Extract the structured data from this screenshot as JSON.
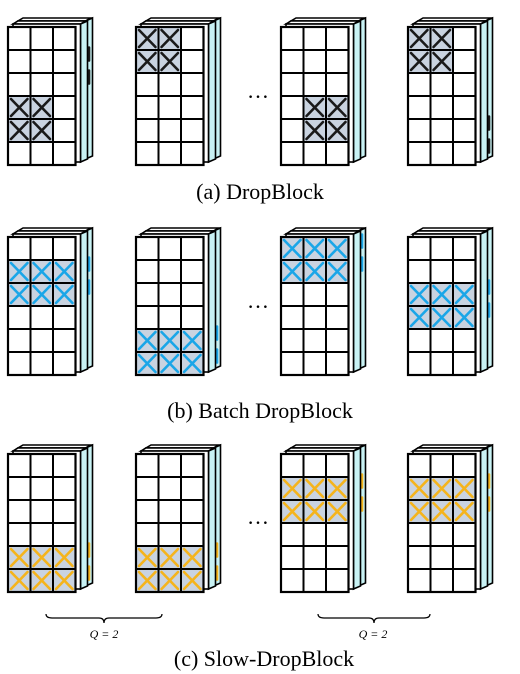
{
  "colors": {
    "black_mark": "#1a1a1a",
    "blue_mark": "#1aa6e8",
    "orange_mark": "#f5b41c",
    "dropped_fill": "#c9d3e0",
    "side_face": "#c8f2f4",
    "stroke": "#000000"
  },
  "grid": {
    "rows": 6,
    "cols": 3
  },
  "ellipsis": "…",
  "rows": [
    {
      "caption": "(a) DropBlock",
      "mark": "black",
      "blocks": [
        {
          "cells": [
            [
              3,
              0
            ],
            [
              3,
              1
            ],
            [
              4,
              0
            ],
            [
              4,
              1
            ]
          ],
          "side": [
            1,
            2
          ]
        },
        {
          "cells": [
            [
              0,
              0
            ],
            [
              0,
              1
            ],
            [
              1,
              0
            ],
            [
              1,
              1
            ]
          ],
          "side": []
        },
        {
          "cells": [
            [
              3,
              1
            ],
            [
              3,
              2
            ],
            [
              4,
              1
            ],
            [
              4,
              2
            ]
          ],
          "side": []
        },
        {
          "cells": [
            [
              0,
              0
            ],
            [
              0,
              1
            ],
            [
              1,
              0
            ],
            [
              1,
              1
            ]
          ],
          "side": [
            4,
            5
          ]
        }
      ]
    },
    {
      "caption": "(b) Batch DropBlock",
      "mark": "blue",
      "blocks": [
        {
          "cells": [
            [
              1,
              0
            ],
            [
              1,
              1
            ],
            [
              1,
              2
            ],
            [
              2,
              0
            ],
            [
              2,
              1
            ],
            [
              2,
              2
            ]
          ],
          "side": [
            1,
            2
          ]
        },
        {
          "cells": [
            [
              4,
              0
            ],
            [
              4,
              1
            ],
            [
              4,
              2
            ],
            [
              5,
              0
            ],
            [
              5,
              1
            ],
            [
              5,
              2
            ]
          ],
          "side": [
            4,
            5
          ]
        },
        {
          "cells": [
            [
              0,
              0
            ],
            [
              0,
              1
            ],
            [
              0,
              2
            ],
            [
              1,
              0
            ],
            [
              1,
              1
            ],
            [
              1,
              2
            ]
          ],
          "side": [
            0,
            1
          ]
        },
        {
          "cells": [
            [
              2,
              0
            ],
            [
              2,
              1
            ],
            [
              2,
              2
            ],
            [
              3,
              0
            ],
            [
              3,
              1
            ],
            [
              3,
              2
            ]
          ],
          "side": [
            2,
            3
          ]
        }
      ]
    },
    {
      "caption": "(c) Slow-DropBlock",
      "mark": "orange",
      "blocks": [
        {
          "cells": [
            [
              4,
              0
            ],
            [
              4,
              1
            ],
            [
              4,
              2
            ],
            [
              5,
              0
            ],
            [
              5,
              1
            ],
            [
              5,
              2
            ]
          ],
          "side": [
            4,
            5
          ]
        },
        {
          "cells": [
            [
              4,
              0
            ],
            [
              4,
              1
            ],
            [
              4,
              2
            ],
            [
              5,
              0
            ],
            [
              5,
              1
            ],
            [
              5,
              2
            ]
          ],
          "side": [
            4,
            5
          ]
        },
        {
          "cells": [
            [
              1,
              0
            ],
            [
              1,
              1
            ],
            [
              1,
              2
            ],
            [
              2,
              0
            ],
            [
              2,
              1
            ],
            [
              2,
              2
            ]
          ],
          "side": [
            1,
            2
          ]
        },
        {
          "cells": [
            [
              1,
              0
            ],
            [
              1,
              1
            ],
            [
              1,
              2
            ],
            [
              2,
              0
            ],
            [
              2,
              1
            ],
            [
              2,
              2
            ]
          ],
          "side": [
            1,
            2
          ]
        }
      ],
      "groups": [
        {
          "label": "Q = 2",
          "span": [
            0,
            1
          ]
        },
        {
          "label": "Q = 2",
          "span": [
            2,
            3
          ]
        }
      ]
    }
  ]
}
